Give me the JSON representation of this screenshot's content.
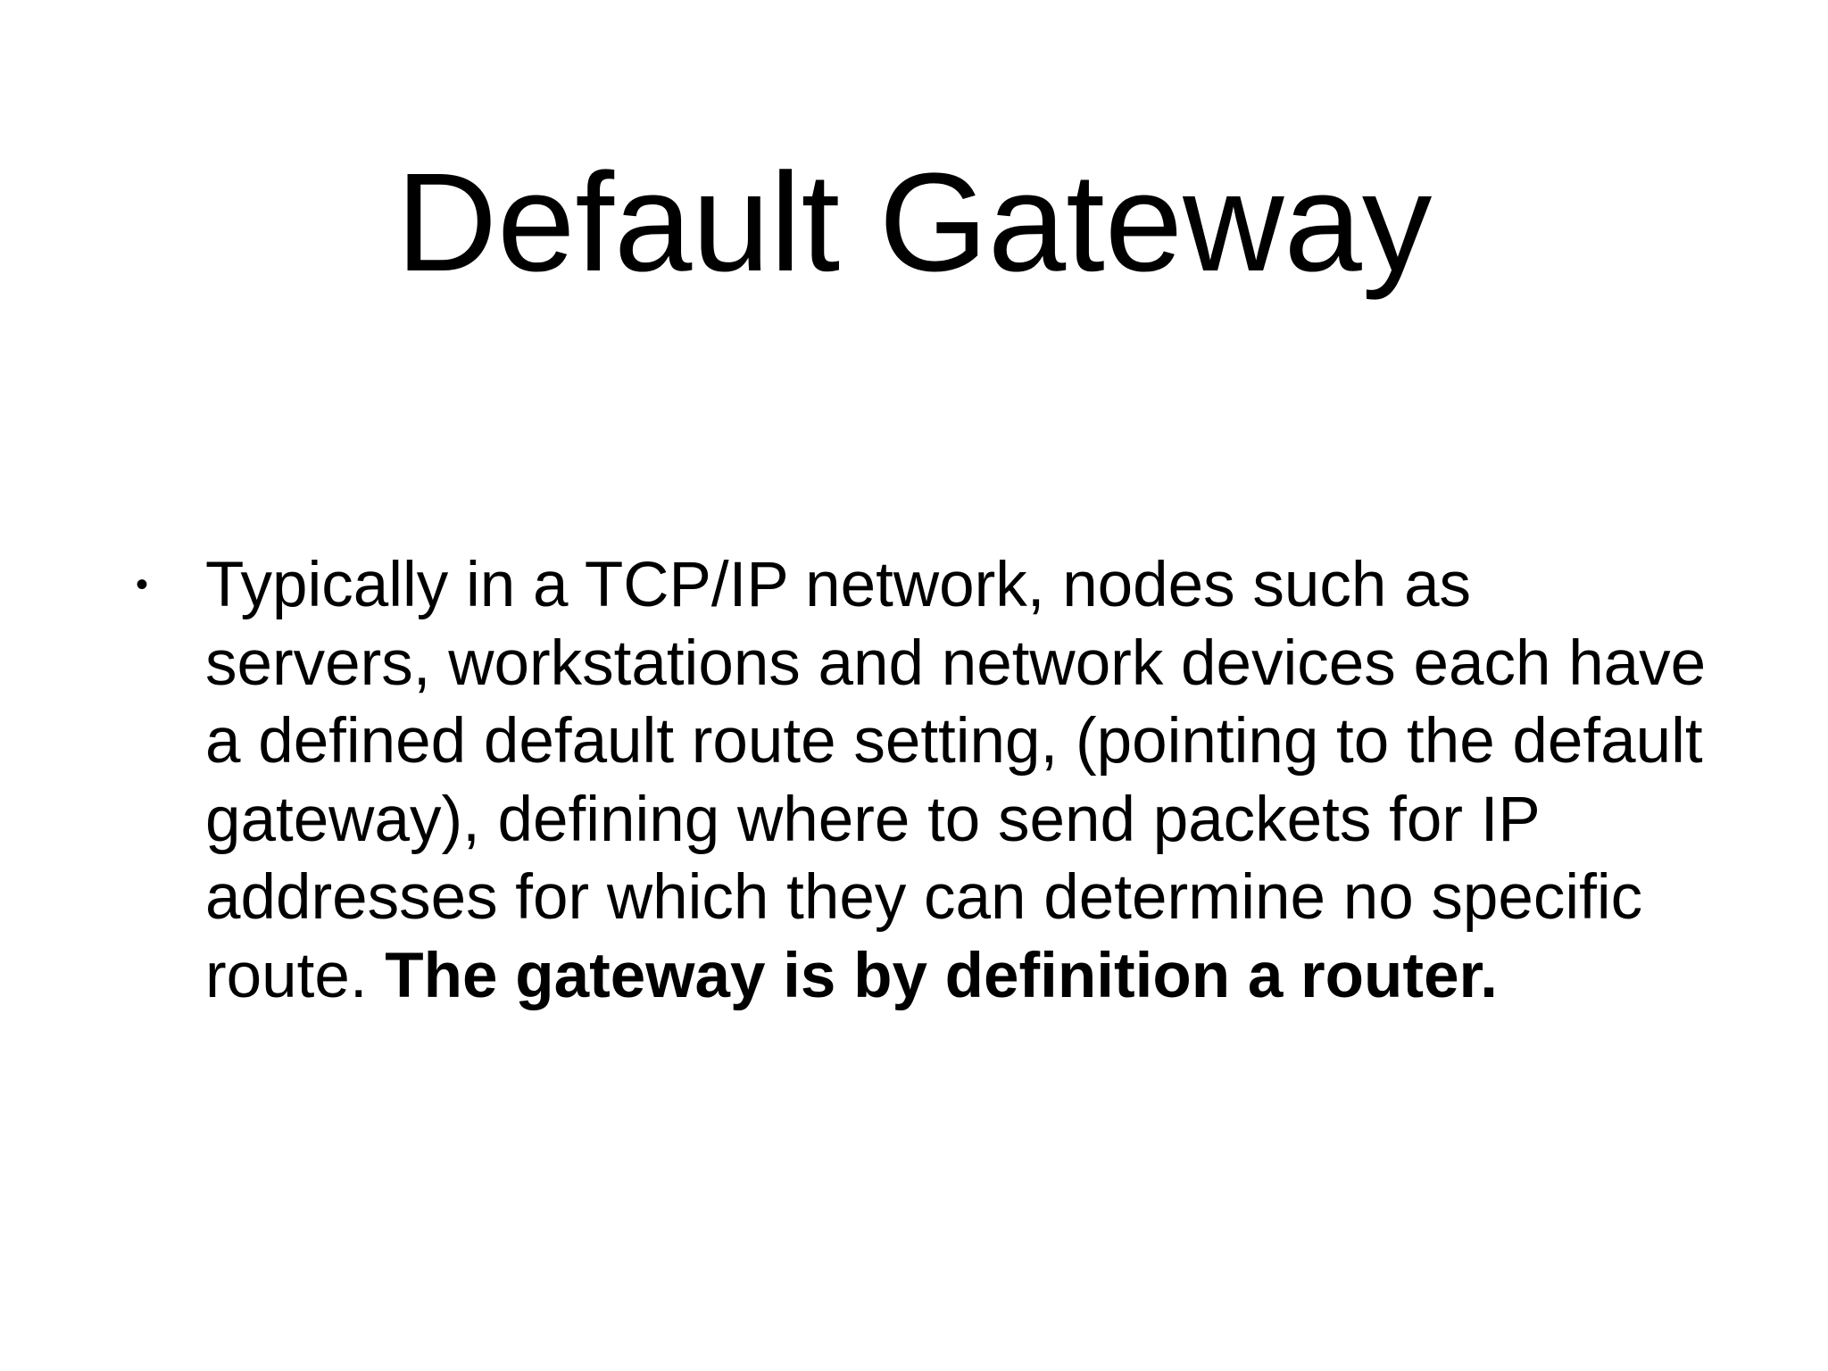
{
  "slide": {
    "title": "Default Gateway",
    "bullets": [
      {
        "marker": "•",
        "text": "Typically in a TCP/IP network, nodes such as servers, workstations and network devices each have a defined default route setting, (pointing to the default gateway), defining where to send packets for IP addresses for which they can determine no specific route. ",
        "bold_text": "The gateway is by definition a router."
      }
    ]
  }
}
